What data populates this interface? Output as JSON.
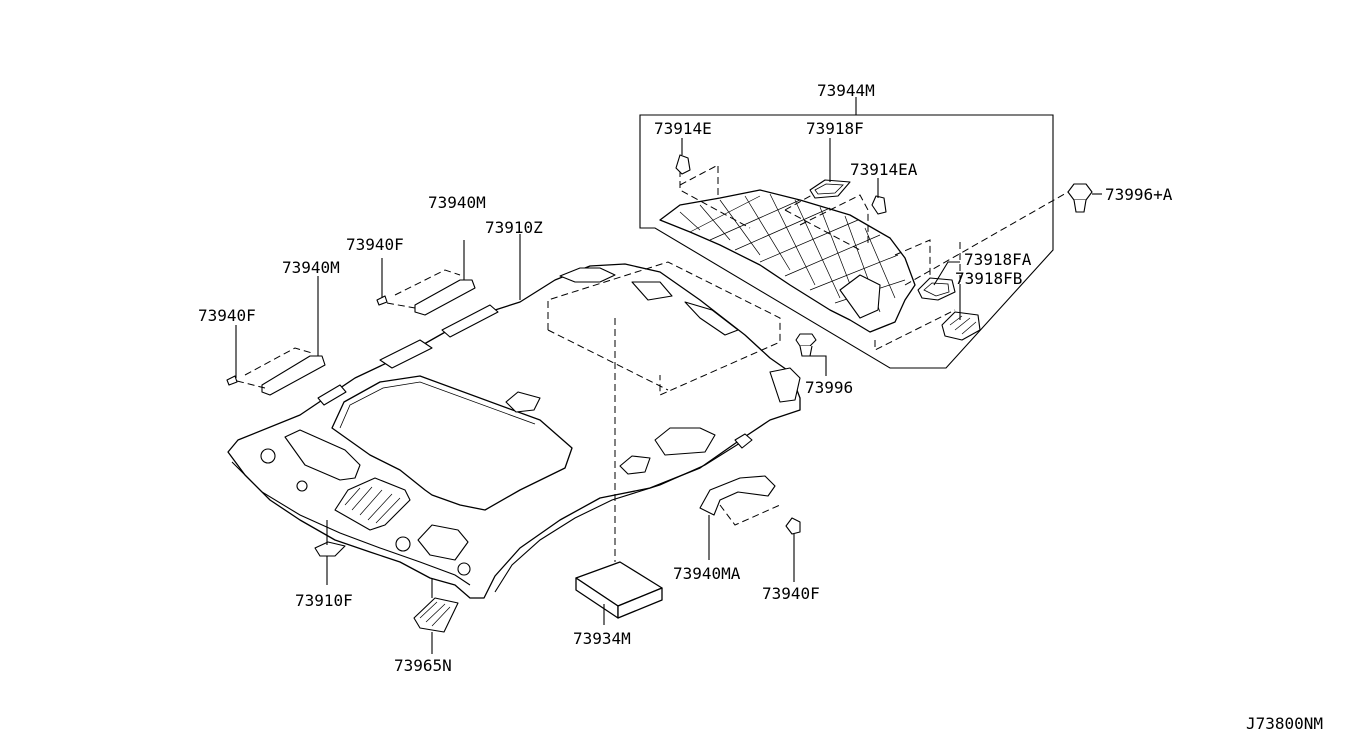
{
  "diagram_code": "J73800NM",
  "labels": {
    "l_73944M": "73944M",
    "l_73914E": "73914E",
    "l_73918F": "73918F",
    "l_73914EA": "73914EA",
    "l_73996A": "73996+A",
    "l_73918FA": "73918FA",
    "l_73918FB": "73918FB",
    "l_73996": "73996",
    "l_73940M_a": "73940M",
    "l_73910Z": "73910Z",
    "l_73940F_a": "73940F",
    "l_73940M_b": "73940M",
    "l_73940F_b": "73940F",
    "l_73910F": "73910F",
    "l_73965N": "73965N",
    "l_73934M": "73934M",
    "l_73940MA": "73940MA",
    "l_73940F_c": "73940F"
  }
}
